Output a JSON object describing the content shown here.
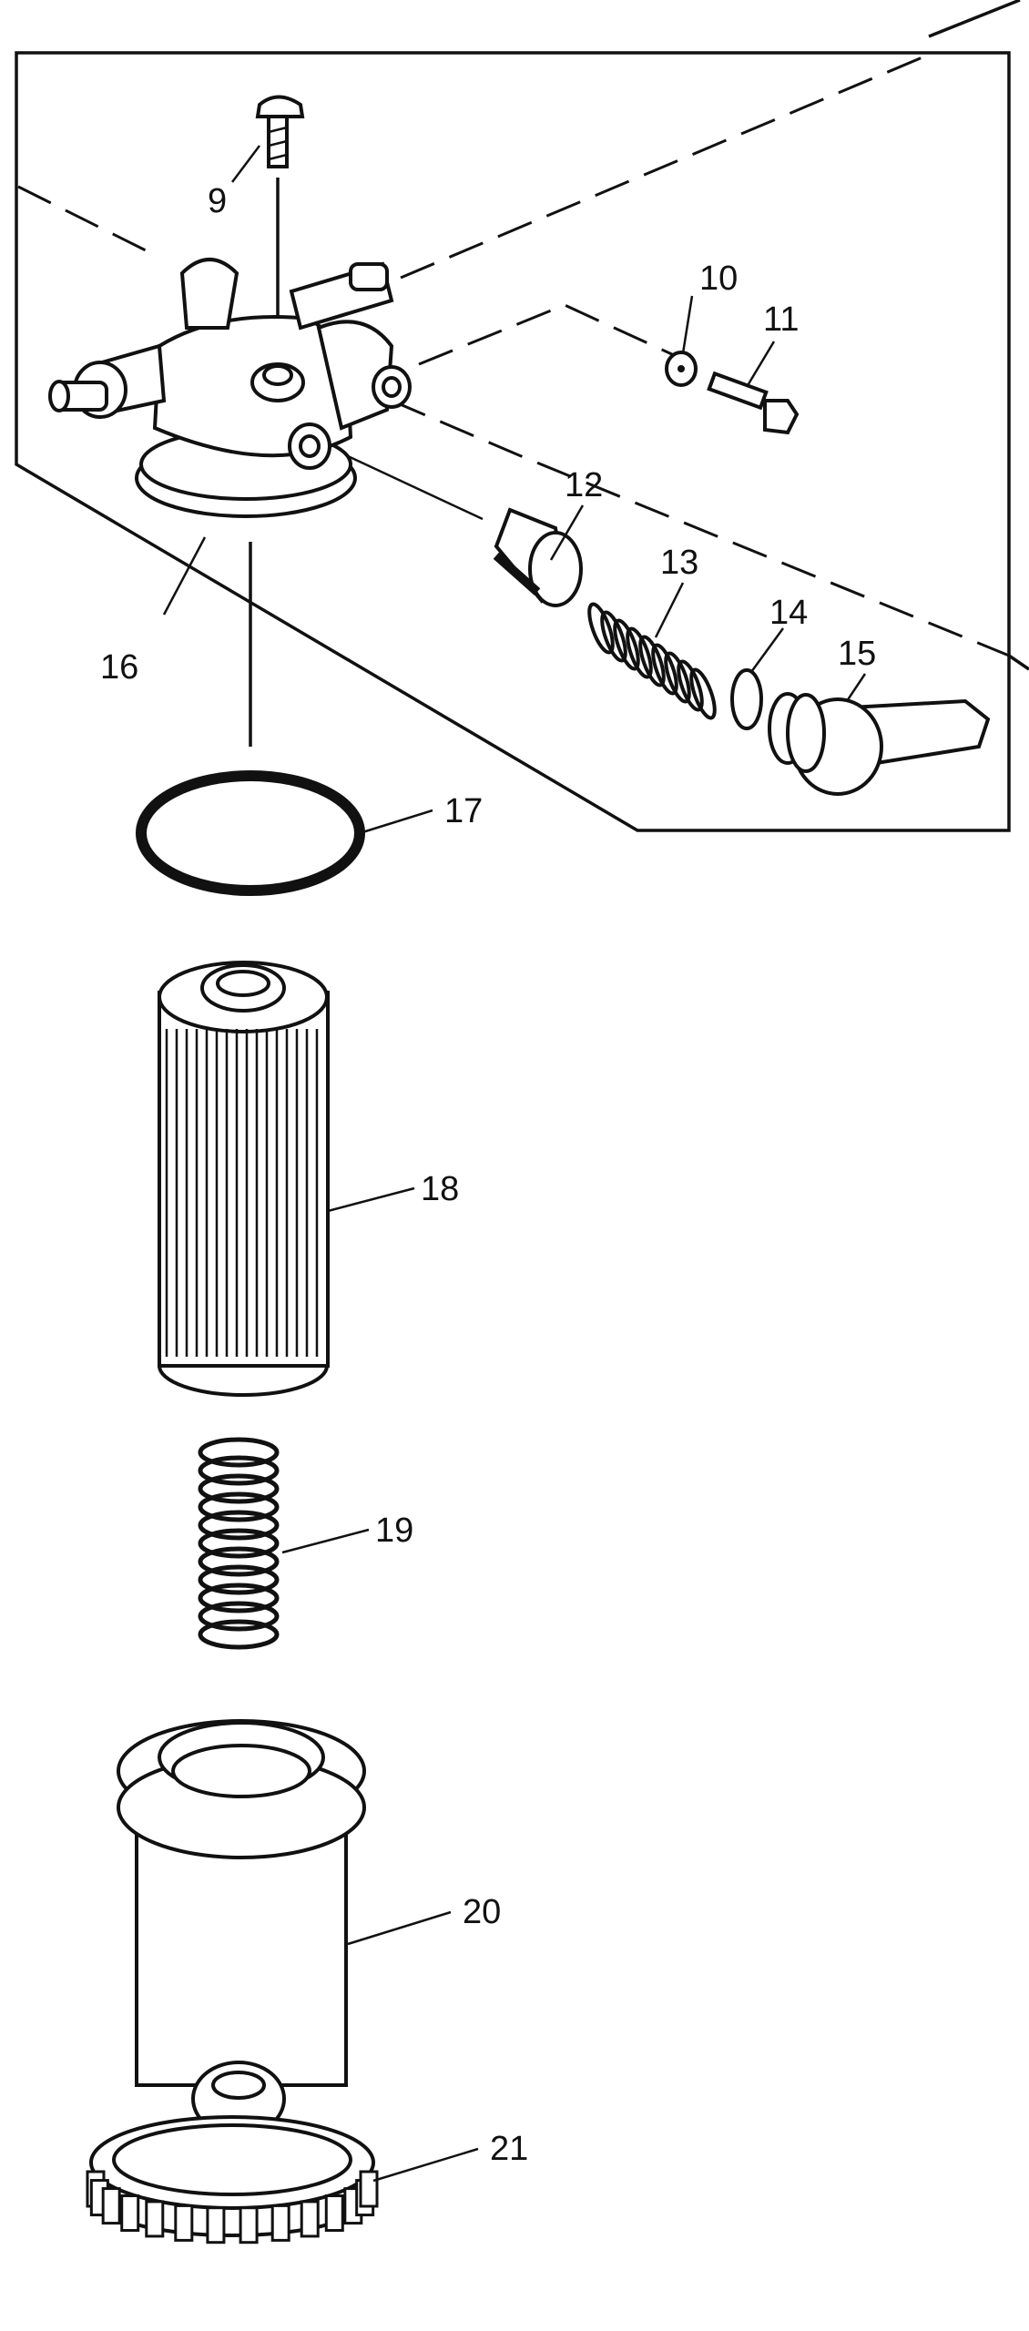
{
  "diagram": {
    "callouts": [
      {
        "id": "9",
        "text": "9"
      },
      {
        "id": "10",
        "text": "10"
      },
      {
        "id": "11",
        "text": "11"
      },
      {
        "id": "12",
        "text": "12"
      },
      {
        "id": "13",
        "text": "13"
      },
      {
        "id": "14",
        "text": "14"
      },
      {
        "id": "15",
        "text": "15"
      },
      {
        "id": "16",
        "text": "16"
      },
      {
        "id": "17",
        "text": "17"
      },
      {
        "id": "18",
        "text": "18"
      },
      {
        "id": "19",
        "text": "19"
      },
      {
        "id": "20",
        "text": "20"
      },
      {
        "id": "21",
        "text": "21"
      }
    ]
  }
}
